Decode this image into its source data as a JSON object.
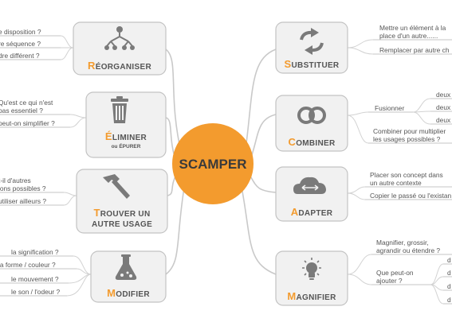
{
  "center": {
    "title": "SCAMPER",
    "color": "#f39b2e"
  },
  "colors": {
    "accent": "#f39b2e",
    "box_fill": "#f1f1f1",
    "box_stroke": "#c3c3c3",
    "icon": "#7a7a7a",
    "text": "#555555"
  },
  "nodes": [
    {
      "key": "reorganiser",
      "icon": "hierarchy-icon",
      "first": "R",
      "rest": "ÉORGANISER",
      "leaves": [
        "e disposition ?",
        "re séquence ?",
        "dre différent ?"
      ]
    },
    {
      "key": "eliminer",
      "icon": "trash-icon",
      "first": "É",
      "rest": "LIMINER",
      "sub": "ou ÉPURER",
      "leaves": [
        "Qu'est ce qui n'est",
        "pas essentiel ?",
        "peut-on simplifier  ?"
      ]
    },
    {
      "key": "trouver",
      "icon": "hammer-icon",
      "first": "T",
      "rest": "ROUVER UN",
      "line2": "AUTRE USAGE",
      "leaves": [
        "t-il d'autres",
        "ions possibles ?",
        "utiliser ailleurs ?"
      ]
    },
    {
      "key": "modifier",
      "icon": "flask-icon",
      "first": "M",
      "rest": "ODIFIER",
      "leaves": [
        "la signification ?",
        "la forme / couleur ?",
        "le mouvement ?",
        "le son / l'odeur ?"
      ]
    },
    {
      "key": "substituer",
      "icon": "swap-arrows-icon",
      "first": "S",
      "rest": "UBSTITUER",
      "leaves": [
        "Mettre un élément à la",
        "place d'un autre......",
        "Remplacer par autre ch"
      ]
    },
    {
      "key": "combiner",
      "icon": "linked-rings-icon",
      "first": "C",
      "rest": "OMBINER",
      "leaves": [
        "Fusionner",
        "deux",
        "deux",
        "deux",
        "Combiner pour multiplier",
        "les usages possibles ?"
      ]
    },
    {
      "key": "adapter",
      "icon": "cloud-arrows-icon",
      "first": "A",
      "rest": "DAPTER",
      "leaves": [
        "Placer son concept dans",
        "un autre contexte",
        "Copier le passé ou l'existan"
      ]
    },
    {
      "key": "magnifier",
      "icon": "lightbulb-icon",
      "first": "M",
      "rest": "AGNIFIER",
      "leaves": [
        "Magnifier, grossir,",
        "agrandir ou étendre ?",
        "Que peut-on",
        "ajouter ?",
        "d",
        "d",
        "d",
        "d"
      ]
    }
  ]
}
